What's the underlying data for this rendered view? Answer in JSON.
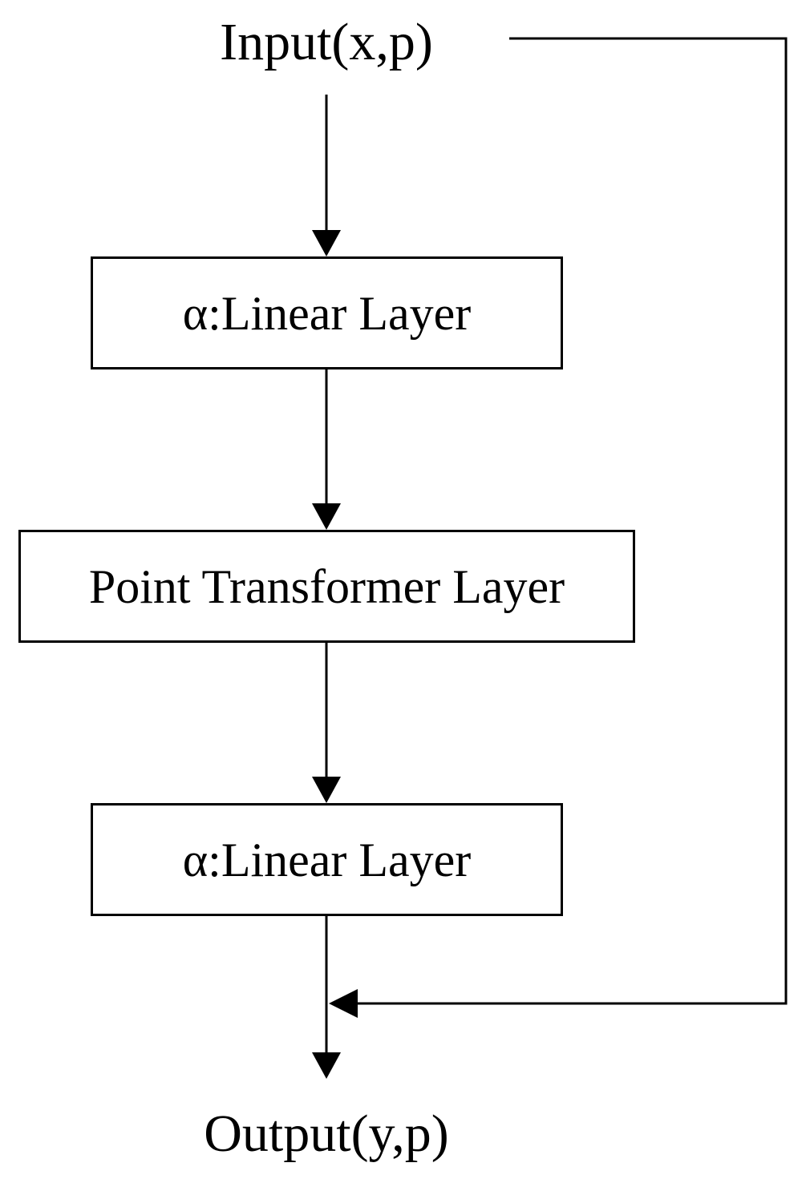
{
  "diagram": {
    "input_label": "Input(x,p)",
    "output_label": "Output(y,p)",
    "nodes": [
      {
        "label": "α:Linear Layer"
      },
      {
        "label": "Point Transformer Layer"
      },
      {
        "label": "α:Linear Layer"
      }
    ]
  },
  "colors": {
    "line": "#000000",
    "background": "#ffffff"
  }
}
